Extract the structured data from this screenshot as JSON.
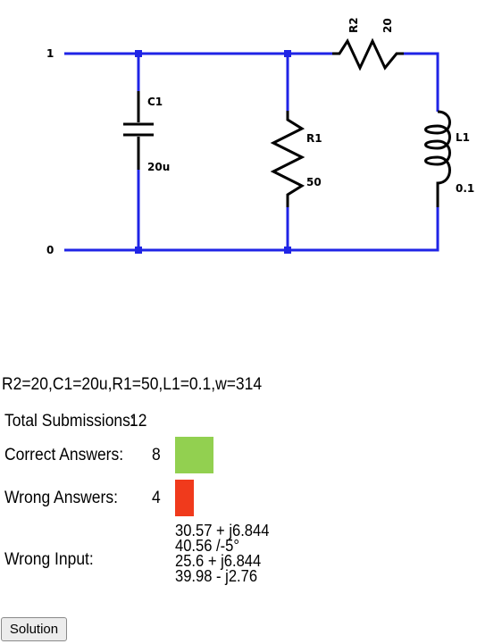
{
  "circuit": {
    "nodes": [
      {
        "name": "1"
      },
      {
        "name": "0"
      }
    ],
    "components": [
      {
        "id": "C1",
        "type": "capacitor",
        "value": "20u"
      },
      {
        "id": "R1",
        "type": "resistor",
        "value": "50"
      },
      {
        "id": "R2",
        "type": "resistor",
        "value": "20"
      },
      {
        "id": "L1",
        "type": "inductor",
        "value": "0.1"
      }
    ],
    "colors": {
      "wire": "#1f24e6",
      "component": "#000000"
    }
  },
  "problem": {
    "params": "R2=20,C1=20u,R1=50,L1=0.1,w=314"
  },
  "stats": {
    "total_label": "Total Submissions:",
    "total_value": "12",
    "correct_label": "Correct Answers:",
    "correct_value": "8",
    "correct_fraction": 0.6667,
    "correct_color": "#92d050",
    "wrong_label": "Wrong Answers:",
    "wrong_value": "4",
    "wrong_fraction": 0.3333,
    "wrong_color": "#f03a1c",
    "wrong_input_label": "Wrong Input:",
    "wrong_inputs": [
      "30.57 + j6.844",
      "40.56 /-5°",
      "25.6 + j6.844",
      "39.98 - j2.76"
    ]
  },
  "actions": {
    "solution_label": "Solution"
  }
}
